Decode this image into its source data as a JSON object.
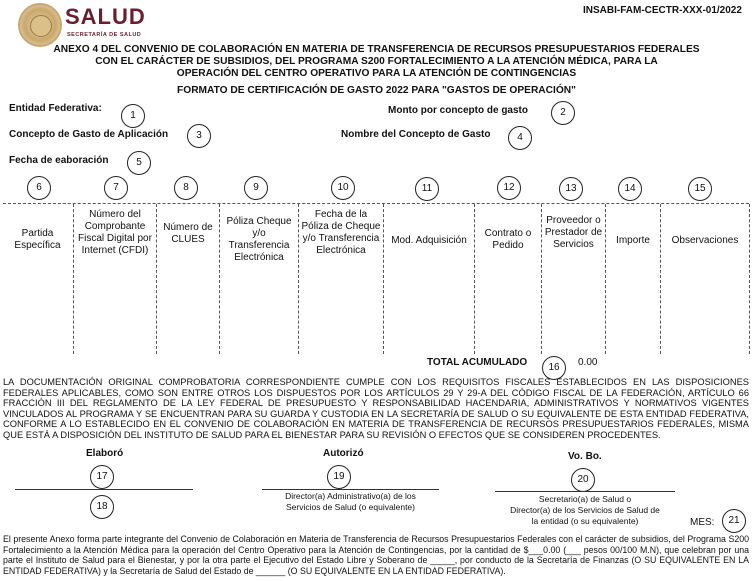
{
  "header": {
    "brand": "SALUD",
    "brand_sub": "SECRETARÍA DE SALUD",
    "doc_code": "INSABI-FAM-CECTR-XXX-01/2022"
  },
  "titles": {
    "line1": "ANEXO 4 DEL CONVENIO DE COLABORACIÓN EN MATERIA DE TRANSFERENCIA DE RECURSOS PRESUPUESTARIOS FEDERALES",
    "line2": "CON EL CARÁCTER DE SUBSIDIOS, DEL PROGRAMA S200 FORTALECIMIENTO A LA ATENCIÓN MÉDICA, PARA LA",
    "line3": "OPERACIÓN DEL CENTRO OPERATIVO PARA LA ATENCIÓN DE CONTINGENCIAS",
    "line4": "FORMATO DE CERTIFICACIÓN DE GASTO 2022 PARA \"GASTOS DE OPERACIÓN\""
  },
  "fields": {
    "entidad": "Entidad Federativa:",
    "monto": "Monto por concepto de gasto",
    "concepto_aplicacion": "Concepto de Gasto de Aplicación",
    "nombre_concepto": "Nombre del Concepto de Gasto",
    "fecha": "Fecha de eaboración"
  },
  "markers": {
    "m1": "1",
    "m2": "2",
    "m3": "3",
    "m4": "4",
    "m5": "5",
    "m6": "6",
    "m7": "7",
    "m8": "8",
    "m9": "9",
    "m10": "10",
    "m11": "11",
    "m12": "12",
    "m13": "13",
    "m14": "14",
    "m15": "15",
    "m16": "16",
    "m17": "17",
    "m18": "18",
    "m19": "19",
    "m20": "20",
    "m21": "21"
  },
  "table": {
    "columns": [
      "Partida Específica",
      "Número del Comprobante Fiscal Digital por Internet (CFDI)",
      "Número de CLUES",
      "Póliza Cheque y/o Transferencia Electrónica",
      "Fecha de la Póliza de Cheque y/o Transferencia Electrónica",
      "Mod. Adquisición",
      "Contrato o Pedido",
      "Proveedor o Prestador de Servicios",
      "Importe",
      "Observaciones"
    ],
    "total_label": "TOTAL ACUMULADO",
    "total_value": "0.00"
  },
  "notice": "LA DOCUMENTACIÓN ORIGINAL COMPROBATORIA CORRESPONDIENTE CUMPLE CON LOS REQUISITOS FISCALES ESTABLECIDOS EN LAS DISPOSICIONES FEDERALES APLICABLES, COMO SON ENTRE OTROS LOS DISPUESTOS POR LOS ARTÍCULOS 29 Y 29-A DEL CÓDIGO FISCAL DE LA FEDERACIÓN, ARTÍCULO 66 FRACCIÓN III DEL REGLAMENTO DE LA LEY FEDERAL DE PRESUPUESTO Y RESPONSABILIDAD HACENDARIA, ADMINISTRATIVOS Y NORMATIVOS VIGENTES VINCULADOS AL PROGRAMA Y SE ENCUENTRAN PARA SU GUARDA Y CUSTODIA EN LA SECRETARÍA DE SALUD O SU EQUIVALENTE DE ESTA ENTIDAD FEDERATIVA, CONFORME A LO ESTABLECIDO EN EL CONVENIO DE COLABORACIÓN EN MATERIA DE TRANSFERENCIA DE RECURSOS PRESUPUESTARIOS FEDERALES, MISMA QUE ESTÁ A DISPOSICIÓN DEL INSTITUTO DE SALUD PARA EL BIENESTAR PARA SU REVISIÓN O EFECTOS QUE SE CONSIDEREN PROCEDENTES.",
  "signatures": {
    "elaboro": "Elaboró",
    "autorizo": "Autorizó",
    "vobo": "Vo. Bo.",
    "director_line1": "Director(a) Administrativo(a) de los",
    "director_line2": "Servicios de Salud (o equivalente)",
    "secretario_line1": "Secretario(a) de Salud o",
    "secretario_line2": "Director(a) de los Servicios de Salud de",
    "secretario_line3": "la entidad (o su equivalente)",
    "mes": "MES:"
  },
  "footer": "El presente Anexo forma parte integrante del Convenio de Colaboración en Materia de Transferencia de Recursos Presupuestarios Federales con el carácter de subsidios, del Programa S200 Fortalecimiento a la Atención Médica para la operación del Centro Operativo para la Atención de Contingencias, por la cantidad de $___0.00 (___ pesos 00/100 M.N), que celebran por una parte el Instituto de Salud para el Bienestar, y por la otra parte el Ejecutivo del Estado Libre y Soberano de _____, por conducto de la Secretaría de Finanzas (O SU EQUIVALENTE EN LA ENTIDAD FEDERATIVA) y la Secretaría de Salud del Estado de ______ (O SU EQUIVALENTE EN LA ENTIDAD FEDERATIVA)."
}
